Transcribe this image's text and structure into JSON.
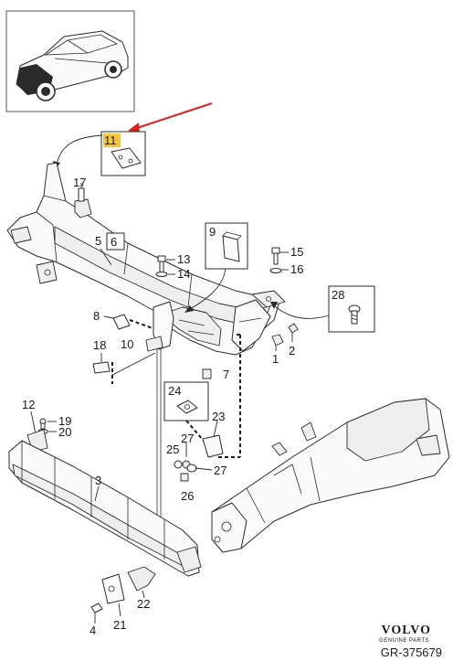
{
  "callouts": {
    "c1": "1",
    "c2": "2",
    "c3": "3",
    "c4": "4",
    "c5": "5",
    "c6": "6",
    "c7": "7",
    "c8": "8",
    "c9": "9",
    "c10": "10",
    "c11": "11",
    "c12": "12",
    "c13": "13",
    "c14": "14",
    "c15": "15",
    "c16": "16",
    "c17": "17",
    "c18": "18",
    "c19": "19",
    "c20": "20",
    "c21": "21",
    "c22": "22",
    "c23": "23",
    "c24": "24",
    "c25": "25",
    "c26": "26",
    "c27a": "27",
    "c27b": "27",
    "c28": "28"
  },
  "brand": {
    "name": "VOLVO",
    "tagline": "GENUINE PARTS",
    "reference": "GR-375679"
  },
  "colors": {
    "highlight": "#f5c542",
    "arrow": "#e02020",
    "line": "#2a2a2a"
  }
}
